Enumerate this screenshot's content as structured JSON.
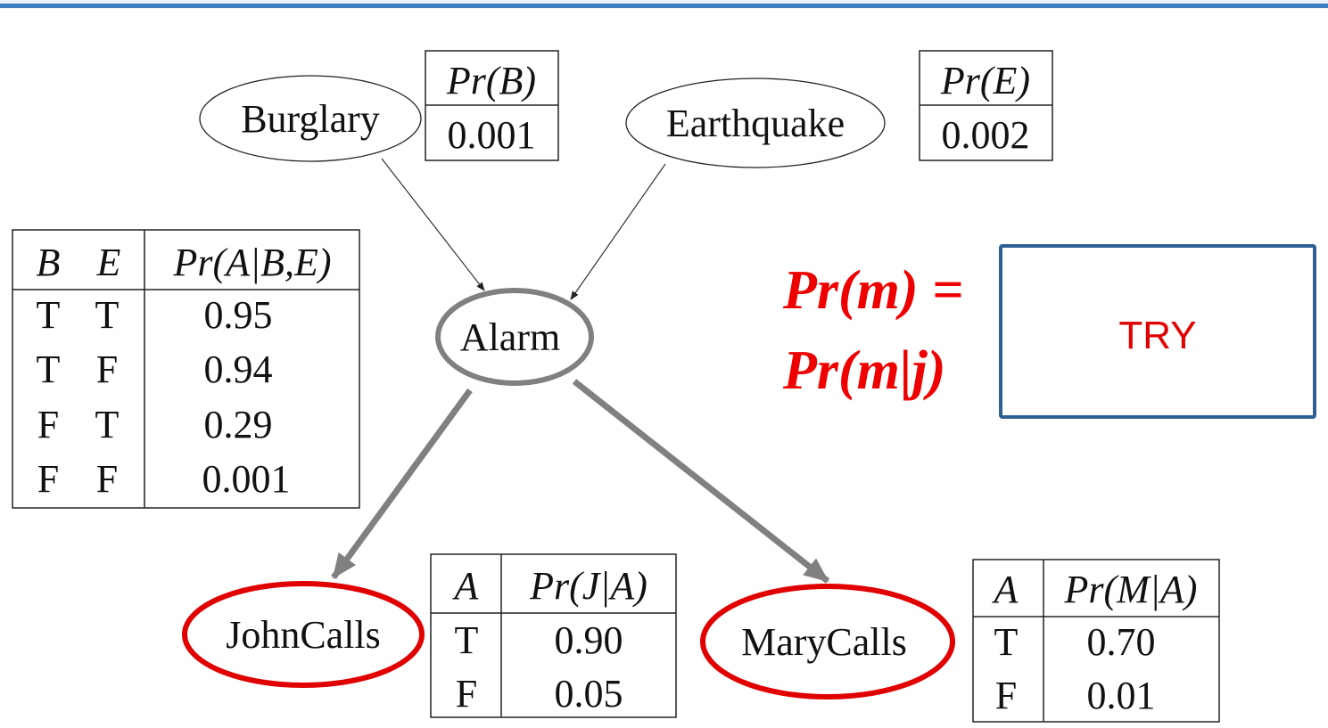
{
  "nodes": {
    "burglary": "Burglary",
    "earthquake": "Earthquake",
    "alarm": "Alarm",
    "john": "JohnCalls",
    "mary": "MaryCalls"
  },
  "cpt_b": {
    "header": "Pr(B)",
    "value": "0.001"
  },
  "cpt_e": {
    "header": "Pr(E)",
    "value": "0.002"
  },
  "cpt_a": {
    "headers": [
      "B",
      "E",
      "Pr(A|B,E)"
    ],
    "rows": [
      [
        "T",
        "T",
        "0.95"
      ],
      [
        "T",
        "F",
        "0.94"
      ],
      [
        "F",
        "T",
        "0.29"
      ],
      [
        "F",
        "F",
        "0.001"
      ]
    ]
  },
  "cpt_j": {
    "headers": [
      "A",
      "Pr(J|A)"
    ],
    "rows": [
      [
        "T",
        "0.90"
      ],
      [
        "F",
        "0.05"
      ]
    ]
  },
  "cpt_m": {
    "headers": [
      "A",
      "Pr(M|A)"
    ],
    "rows": [
      [
        "T",
        "0.70"
      ],
      [
        "F",
        "0.01"
      ]
    ]
  },
  "query": {
    "line1": "Pr(m) =",
    "line2": "Pr(m|j)"
  },
  "try_box": {
    "label": "TRY"
  },
  "colors": {
    "accent": "#3d7fc1",
    "evidence": "#ee0000",
    "box_border": "#2e6094",
    "edge": "#808080"
  }
}
